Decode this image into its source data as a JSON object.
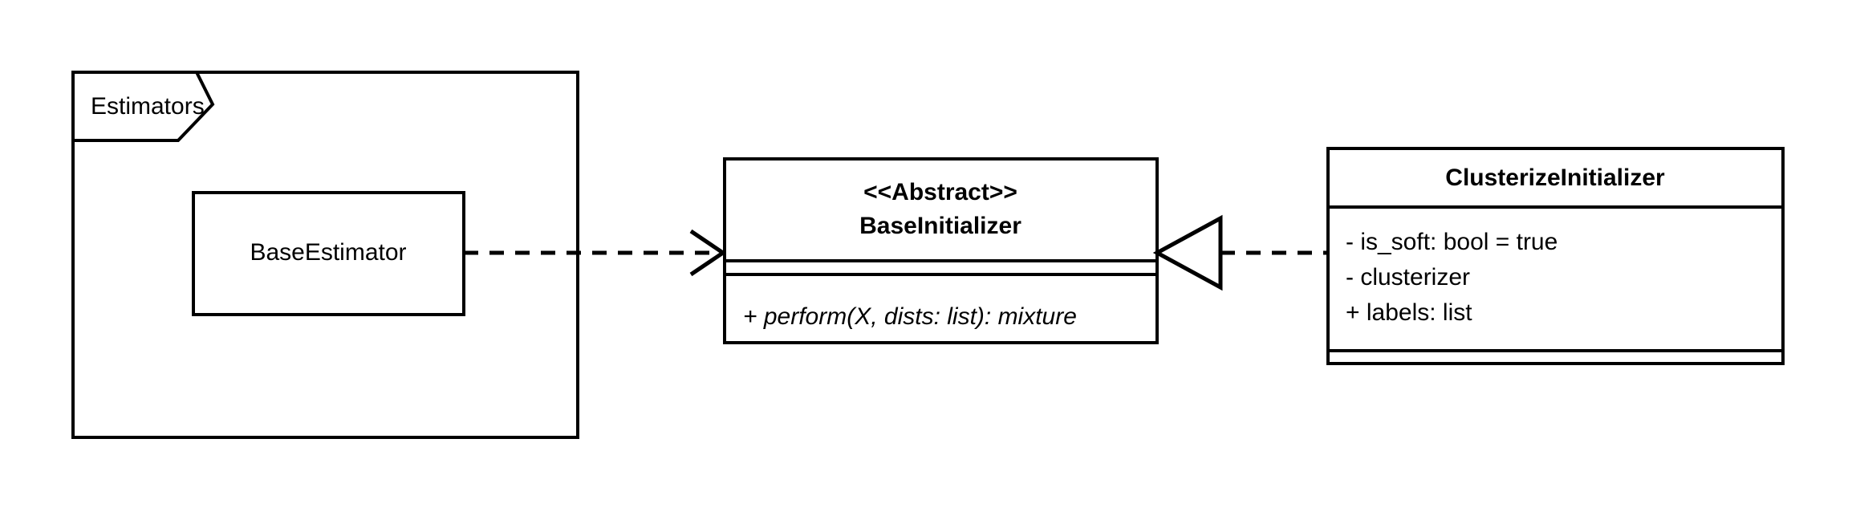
{
  "diagram": {
    "kind": "uml-class-diagram",
    "background_color": "#ffffff",
    "stroke_color": "#000000",
    "text_color": "#000000"
  },
  "package": {
    "name": "Estimators",
    "contains": [
      "BaseEstimator"
    ]
  },
  "classes": {
    "base_estimator": {
      "name": "BaseEstimator",
      "stereotype": "",
      "attributes": [],
      "methods": []
    },
    "base_initializer": {
      "stereotype": "<<Abstract>>",
      "name": "BaseInitializer",
      "attributes": [],
      "methods": [
        "+ perform(X, dists: list): mixture"
      ]
    },
    "clusterize_initializer": {
      "stereotype": "",
      "name": "ClusterizeInitializer",
      "attributes": [
        "- is_soft: bool = true",
        "- clusterizer",
        "+ labels: list"
      ],
      "methods": []
    }
  },
  "relationships": [
    {
      "id": "dependency",
      "type": "dependency",
      "line_style": "dashed",
      "arrowhead": "open-v",
      "from": "BaseEstimator",
      "to": "BaseInitializer"
    },
    {
      "id": "realization",
      "type": "realization",
      "line_style": "dashed",
      "arrowhead": "hollow-triangle",
      "from": "ClusterizeInitializer",
      "to": "BaseInitializer"
    }
  ]
}
